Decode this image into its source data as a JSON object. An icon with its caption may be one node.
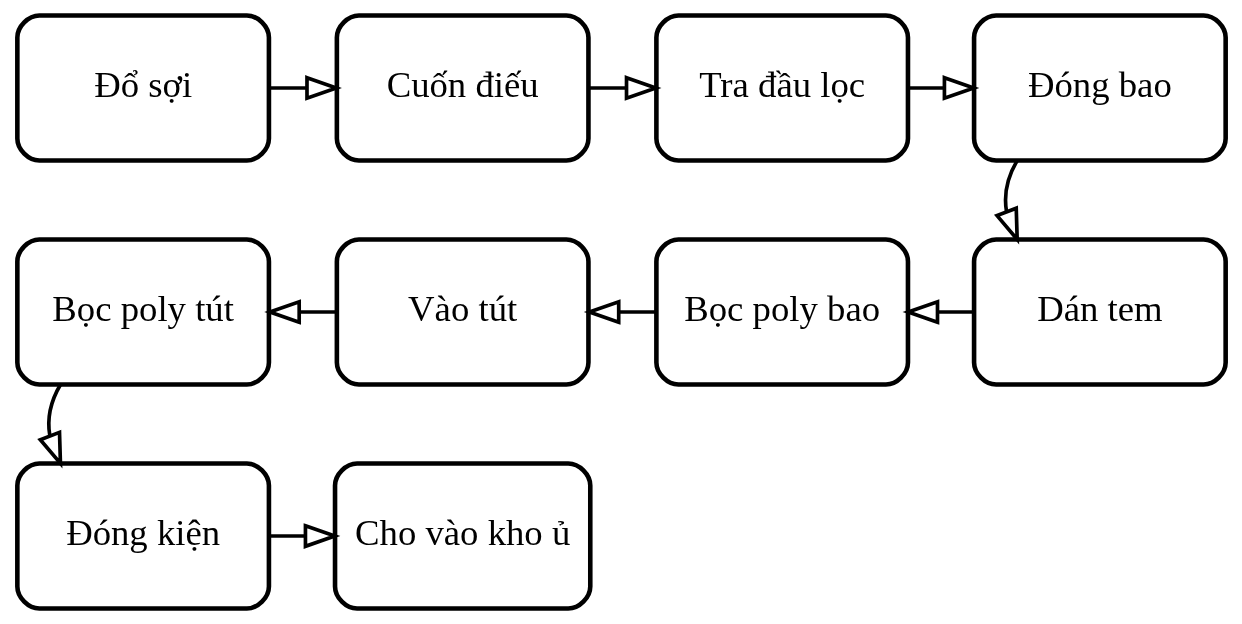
{
  "diagram": {
    "nodes": [
      {
        "text": [
          "Đổ sợi"
        ]
      },
      {
        "text": [
          "Cuốn điếu"
        ]
      },
      {
        "text": [
          "Tra đầu lọc"
        ]
      },
      {
        "text": [
          "Đóng bao"
        ]
      },
      {
        "text": [
          "Dán tem"
        ]
      },
      {
        "text": [
          "Bọc poly bao"
        ]
      },
      {
        "text": [
          "Vào tút"
        ]
      },
      {
        "text": [
          "Bọc poly tút"
        ]
      },
      {
        "text": [
          "Đóng kiện"
        ]
      },
      {
        "text": [
          "Cho vào kho ủ"
        ]
      }
    ],
    "edges": [
      {
        "from": 0,
        "to": 1,
        "arrow": "to"
      },
      {
        "from": 1,
        "to": 2,
        "arrow": "to"
      },
      {
        "from": 2,
        "to": 3,
        "arrow": "to"
      },
      {
        "from": 3,
        "to": 4,
        "arrow": "to"
      },
      {
        "from": 4,
        "to": 5,
        "arrow": "to"
      },
      {
        "from": 5,
        "to": 6,
        "arrow": "to"
      },
      {
        "from": 6,
        "to": 7,
        "arrow": "to"
      },
      {
        "from": 7,
        "to": 8,
        "arrow": "to"
      },
      {
        "from": 8,
        "to": 9,
        "arrow": "to"
      }
    ]
  }
}
